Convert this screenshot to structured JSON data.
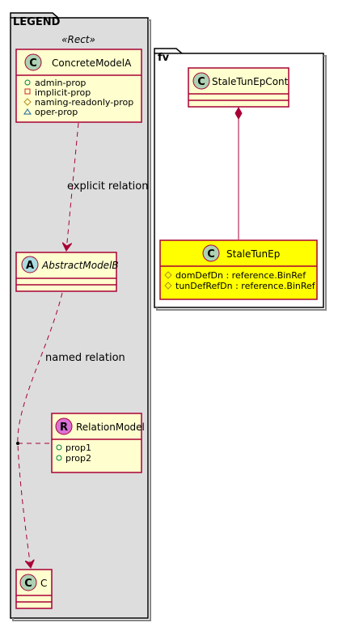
{
  "legend": {
    "title": "LEGEND",
    "stereotype": "«Rect»",
    "concrete_model": {
      "kind_letter": "C",
      "name": "ConcreteModelA",
      "attributes": [
        {
          "visibility_icon": "public-circle",
          "text": "admin-prop"
        },
        {
          "visibility_icon": "private-square",
          "text": "implicit-prop"
        },
        {
          "visibility_icon": "protected-diamond",
          "text": "naming-readonly-prop"
        },
        {
          "visibility_icon": "package-triangle",
          "text": "oper-prop"
        }
      ]
    },
    "abstract_model": {
      "kind_letter": "A",
      "name": "AbstractModelB"
    },
    "relation_model": {
      "kind_letter": "R",
      "name": "RelationModel",
      "attributes": [
        {
          "visibility_icon": "public-circle",
          "text": "prop1"
        },
        {
          "visibility_icon": "public-circle",
          "text": "prop2"
        }
      ]
    },
    "class_c": {
      "kind_letter": "C",
      "name": "C"
    },
    "explicit_relation_label": "explicit relation",
    "named_relation_label": "named relation"
  },
  "fv": {
    "title": "fv",
    "container": {
      "kind_letter": "C",
      "name": "StaleTunEpCont"
    },
    "child": {
      "kind_letter": "C",
      "name": "StaleTunEp",
      "attributes": [
        {
          "visibility_icon": "protected-diamond",
          "text": "domDefDn : reference.BinRef"
        },
        {
          "visibility_icon": "protected-diamond",
          "text": "tunDefRefDn : reference.BinRef"
        }
      ]
    }
  },
  "colors": {
    "legend_bg": "#DDDDDD",
    "class_bg": "#FEFECE",
    "class_border": "#A80036",
    "highlight_bg": "#FFFF00",
    "circle_c": "#ADD1B2",
    "circle_a": "#A9DCDF",
    "circle_r": "#DA70D6"
  }
}
